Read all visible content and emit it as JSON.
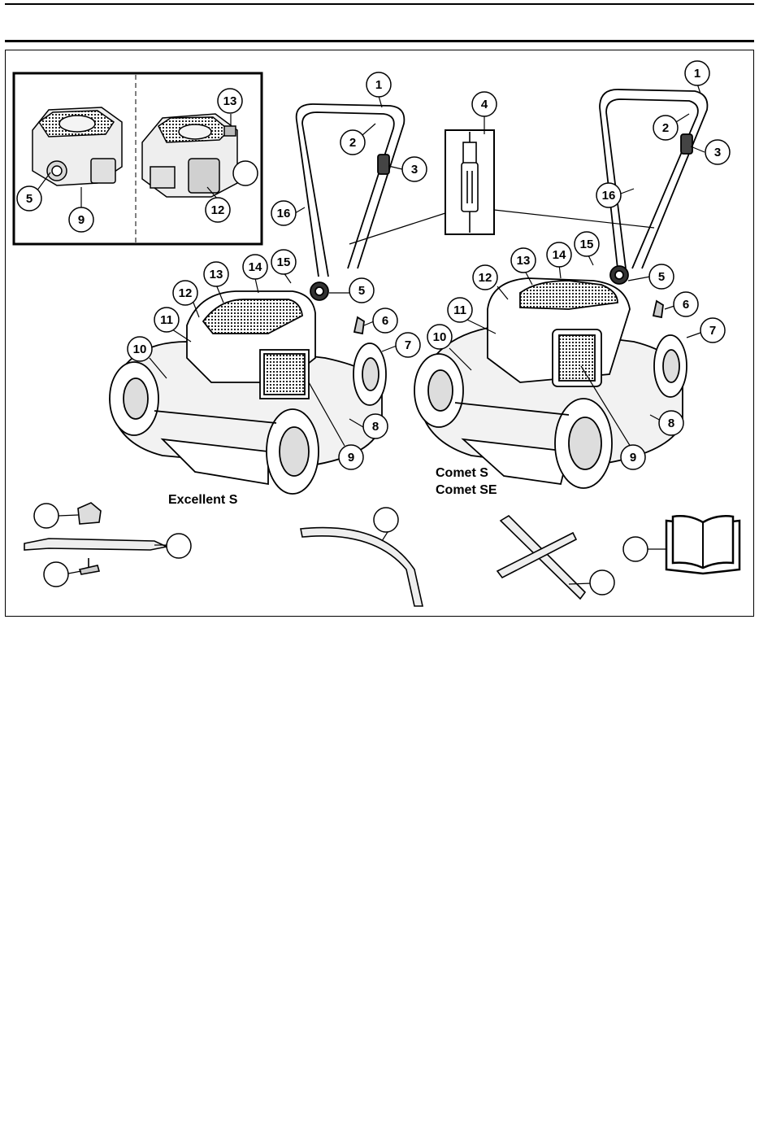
{
  "models": {
    "excellent": "Excellent S",
    "comet_s": "Comet S",
    "comet_se": "Comet SE"
  },
  "callouts_inset": [
    "13",
    "5",
    "9",
    "12"
  ],
  "callouts_left": [
    "1",
    "2",
    "3",
    "16",
    "15",
    "14",
    "13",
    "12",
    "11",
    "10",
    "5",
    "6",
    "7",
    "8",
    "9"
  ],
  "callout_center": "4",
  "callouts_right": [
    "1",
    "2",
    "3",
    "16",
    "15",
    "14",
    "13",
    "12",
    "11",
    "10",
    "5",
    "6",
    "7",
    "8",
    "9"
  ],
  "colors": {
    "ink": "#000000",
    "paper": "#ffffff",
    "shade": "#e6e6e6"
  }
}
